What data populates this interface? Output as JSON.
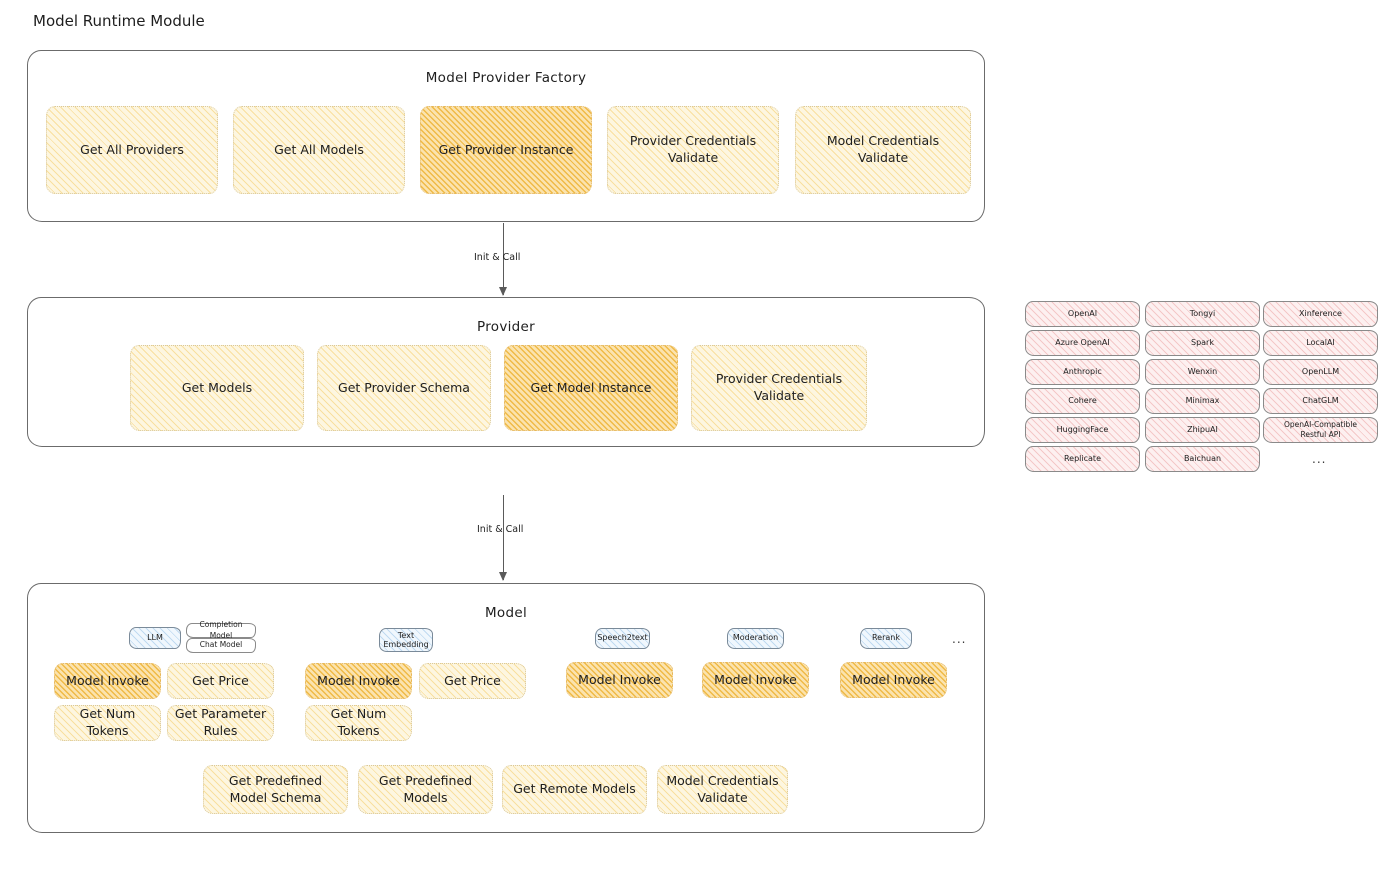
{
  "page": {
    "title": "Model Runtime Module"
  },
  "colors": {
    "highlight_fill": "#fbe3ae",
    "normal_fill": "#fdf6e0",
    "provider_chip_fill": "#fdf0f0",
    "model_type_badge_fill": "#f0f7fd",
    "panel_border": "#6b6b6b",
    "arrow": "#5a5a5a"
  },
  "factory": {
    "title": "Model Provider Factory",
    "items": [
      {
        "label": "Get All Providers",
        "highlighted": false
      },
      {
        "label": "Get All Models",
        "highlighted": false
      },
      {
        "label": "Get Provider Instance",
        "highlighted": true
      },
      {
        "label": "Provider Credentials Validate",
        "highlighted": false
      },
      {
        "label": "Model Credentials Validate",
        "highlighted": false
      }
    ]
  },
  "arrow_top": {
    "label": "Init & Call"
  },
  "provider": {
    "title": "Provider",
    "items": [
      {
        "label": "Get Models",
        "highlighted": false
      },
      {
        "label": "Get Provider Schema",
        "highlighted": false
      },
      {
        "label": "Get Model Instance",
        "highlighted": true
      },
      {
        "label": "Provider Credentials Validate",
        "highlighted": false
      }
    ]
  },
  "arrow_bottom": {
    "label": "Init & Call"
  },
  "provider_list": {
    "columns": [
      {
        "items": [
          "OpenAI",
          "Azure OpenAI",
          "Anthropic",
          "Cohere",
          "HuggingFace",
          "Replicate"
        ]
      },
      {
        "items": [
          "Tongyi",
          "Spark",
          "Wenxin",
          "Minimax",
          "ZhipuAI",
          "Baichuan"
        ]
      },
      {
        "items": [
          "Xinference",
          "LocalAI",
          "OpenLLM",
          "ChatGLM",
          "OpenAI-Compatible Restful API"
        ]
      }
    ],
    "more": "..."
  },
  "model": {
    "title": "Model",
    "more": "...",
    "types": [
      {
        "badge": "LLM",
        "sub_badges": [
          "Completion Model",
          "Chat Model"
        ],
        "methods": [
          {
            "label": "Model Invoke",
            "highlighted": true
          },
          {
            "label": "Get Price",
            "highlighted": false
          },
          {
            "label": "Get Num Tokens",
            "highlighted": false
          },
          {
            "label": "Get Parameter Rules",
            "highlighted": false
          }
        ]
      },
      {
        "badge": "Text Embedding",
        "sub_badges": [],
        "methods": [
          {
            "label": "Model Invoke",
            "highlighted": true
          },
          {
            "label": "Get Price",
            "highlighted": false
          },
          {
            "label": "Get Num Tokens",
            "highlighted": false
          }
        ]
      },
      {
        "badge": "Speech2text",
        "sub_badges": [],
        "methods": [
          {
            "label": "Model Invoke",
            "highlighted": true
          }
        ]
      },
      {
        "badge": "Moderation",
        "sub_badges": [],
        "methods": [
          {
            "label": "Model Invoke",
            "highlighted": true
          }
        ]
      },
      {
        "badge": "Rerank",
        "sub_badges": [],
        "methods": [
          {
            "label": "Model Invoke",
            "highlighted": true
          }
        ]
      }
    ],
    "common_methods": [
      "Get Predefined Model Schema",
      "Get Predefined Models",
      "Get Remote Models",
      "Model Credentials Validate"
    ]
  }
}
